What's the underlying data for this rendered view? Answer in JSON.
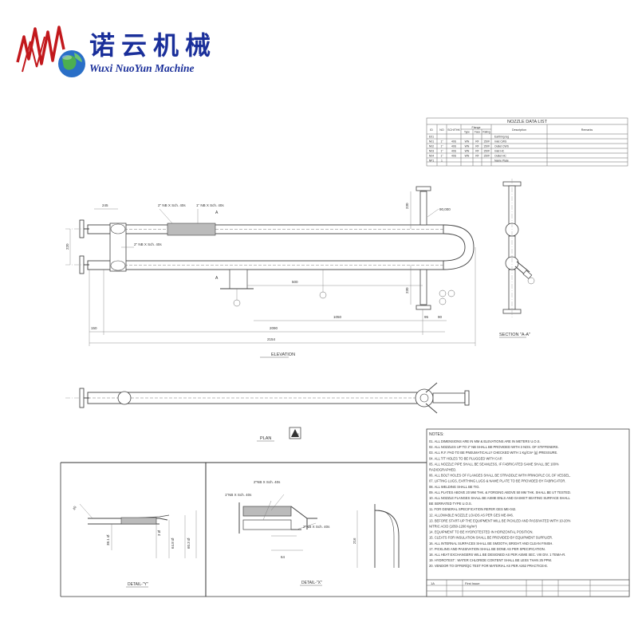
{
  "brand": {
    "cn": "诺云机械",
    "en": "Wuxi NuoYun Machine"
  },
  "nozzle_table": {
    "title": "NOZZLE DATA LIST",
    "headers": [
      "ID",
      "NO",
      "SCH/THK",
      "Flange",
      "Description",
      "Remarks"
    ],
    "flange_sub": [
      "Type",
      "Face",
      "Rating"
    ],
    "rows": [
      [
        "E01",
        "",
        "",
        "",
        "",
        "",
        "Earthing lug",
        ""
      ],
      [
        "N01",
        "1\"",
        "40S",
        "WN",
        "RF",
        "150#",
        "Inlet CWS",
        ""
      ],
      [
        "N02",
        "1\"",
        "40S",
        "WN",
        "RF",
        "150#",
        "Outlet CWS",
        ""
      ],
      [
        "N03",
        "1\"",
        "40S",
        "WN",
        "RF",
        "150#",
        "Inlet HC",
        ""
      ],
      [
        "N04",
        "1\"",
        "40S",
        "WN",
        "RF",
        "150#",
        "Outlet HC",
        ""
      ],
      [
        "NP1",
        "1",
        "",
        "",
        "",
        "",
        "Name Plate",
        ""
      ]
    ]
  },
  "elevation": {
    "title": "ELEVATION",
    "labels": {
      "pipe1": "2\" NB X Sch. 40s",
      "pipe2": "1\" NB X Sch. 40s",
      "pipe3": "2\" NB X Sch. 40s",
      "ref": "90,000"
    },
    "dims": {
      "d245": "245",
      "d220": "220",
      "d230a": "230",
      "d230b": "230",
      "d500": "500",
      "d1050": "1050",
      "d2090": "2090",
      "d2154": "2154",
      "d150": "150",
      "d95": "95",
      "d90": "90"
    },
    "markers": {
      "a1": "A",
      "a2": "A"
    }
  },
  "section": {
    "title": "SECTION \"A-A\""
  },
  "plan": {
    "title": "PLAN",
    "north": "N"
  },
  "detail_y": {
    "title": "DETAIL-\"Y\"",
    "dims": {
      "d40": "40",
      "d3": "3 Ø",
      "d36": "38.1 Ø",
      "d64": "64.8 Ø",
      "d60": "60.3 Ø"
    }
  },
  "detail_x": {
    "title": "DETAIL-\"X\"",
    "labels": {
      "l1": "2\"NB X Sch. 40s",
      "l2": "1\"NB X Sch. 40s",
      "l3": "2\"NB X Sch. 40s"
    },
    "dims": {
      "d216": "216",
      "d64": "64"
    }
  },
  "notes": {
    "title": "NOTES:",
    "items": [
      "01. ALL DIMENSIONS ARE IN MM & ELEVATIONS ARE IN METERS U.O.S.",
      "02. ALL NOZZLES UP TO 2\" NB SHALL BE PROVIDED WITH 3 NOS. OF STIFFENERS.",
      "03. ALL R.F. PAD TO BE PNEUMATICALLY CHECKED WITH 1 Kg/Cm² (g) PRESSURE.",
      "04. ALL T/T HOLES TO BE PLUGGED WITH CAP.",
      "05. ALL NOZZLE PIPE SHALL BE SEAMLESS, IF FABRICATED SAME SHALL BE 100%",
      "    RADIOGRAPHED.",
      "06. ALL BOLT HOLES OF FLANGES SHALL BE STRADDLE WITH PRINCIPLE C/L OF VESSEL.",
      "07. LIFTING LUGS, EARTHING LUGS & NAME PLATE TO BE PROVIDED BY FABRICATOR.",
      "08. ALL WELDING SHALL BE TIG.",
      "09. ALL PLATES ABOVE 20 MM THK. & FORGING ABOVE 50 MM THK. SHALL BE UT TESTED.",
      "10. ALL NOZZLE FLANGES SHALL BE ASME ENLS AND GASKET SEATING SURFACE SHALL",
      "    BE SERRATED TYPE U.O.S.",
      "11. FOR GENERAL SPECIFICATION REFER GES ME-042.",
      "12. ALLOWABLE NOZZLE LOADS AS PER GES ME-046.",
      "13. BEFORE START-UP THE EQUIPMENT WILL BE PICKLED AND PASSIVATED WITH 10-20%",
      "    NITRIC ACID (1050-1200 Kg/m³)",
      "14. EQUIPMENT TO BE HYDROTESTED IN HORIZONTAL POSITION.",
      "15. CLEATS FOR INSULATION SHALL BE PROVIDED BY EQUIPMENT SUPPLIER.",
      "16. ALL INTERNAL SURFACES SHALL BE SMOOTH, BRIGHT AND CLEAN FINISH.",
      "17. PICKLING AND PASSIVATION SHALL BE DONE AS PER SPECIFICATION.",
      "18. ALL HEAT EXCHANGERS WILL BE DESIGNED AS PER ASME SEC. VIII DIV. 1 TEMA-R.",
      "19. HYDROTEST : WATER CHLORIDE CONTENT SHALL BE LESS THAN 25 PPM.",
      "20. VENDOR TO OFFER/QC TEST FOR MATERIAL AS PER A262 PRACTICE-E."
    ]
  },
  "revision": {
    "rev": "1A",
    "desc": "First Issue"
  }
}
